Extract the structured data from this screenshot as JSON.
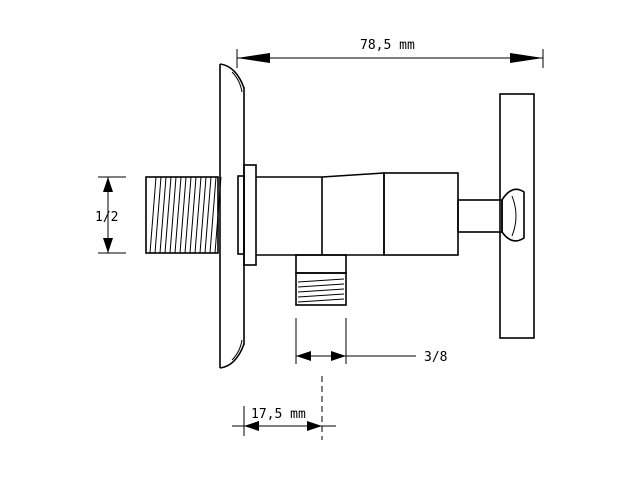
{
  "dimensions": {
    "overall_length": "78,5 mm",
    "inlet_thread": "1/2",
    "outlet_thread": "3/8",
    "outlet_offset": "17,5 mm"
  },
  "colors": {
    "line": "#000000",
    "background": "#ffffff"
  }
}
